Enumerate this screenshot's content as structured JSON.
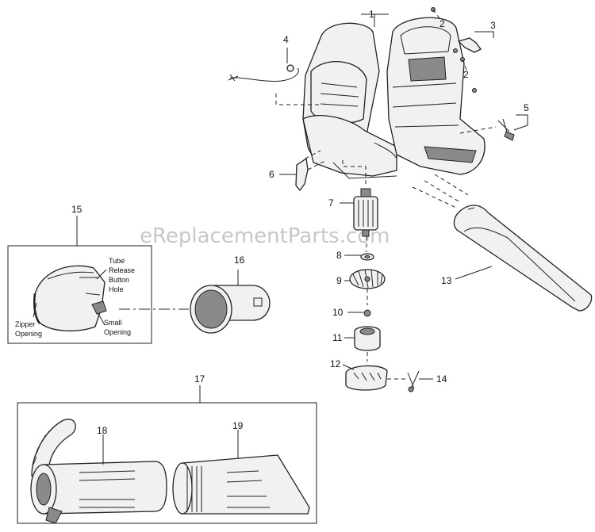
{
  "watermark": "eReplacementParts.com",
  "callouts": {
    "c1": "1",
    "c2a": "2",
    "c2b": "2",
    "c3": "3",
    "c4": "4",
    "c5": "5",
    "c6": "6",
    "c7": "7",
    "c8": "8",
    "c9": "9",
    "c10": "10",
    "c11": "11",
    "c12": "12",
    "c13": "13",
    "c14": "14",
    "c15": "15",
    "c16": "16",
    "c17": "17",
    "c18": "18",
    "c19": "19"
  },
  "labels": {
    "tube_release_lines": [
      "Tube",
      "Release",
      "Button",
      "Hole"
    ],
    "zipper_lines": [
      "Zipper",
      "Opening"
    ],
    "small_lines": [
      "Small",
      "Opening"
    ]
  }
}
